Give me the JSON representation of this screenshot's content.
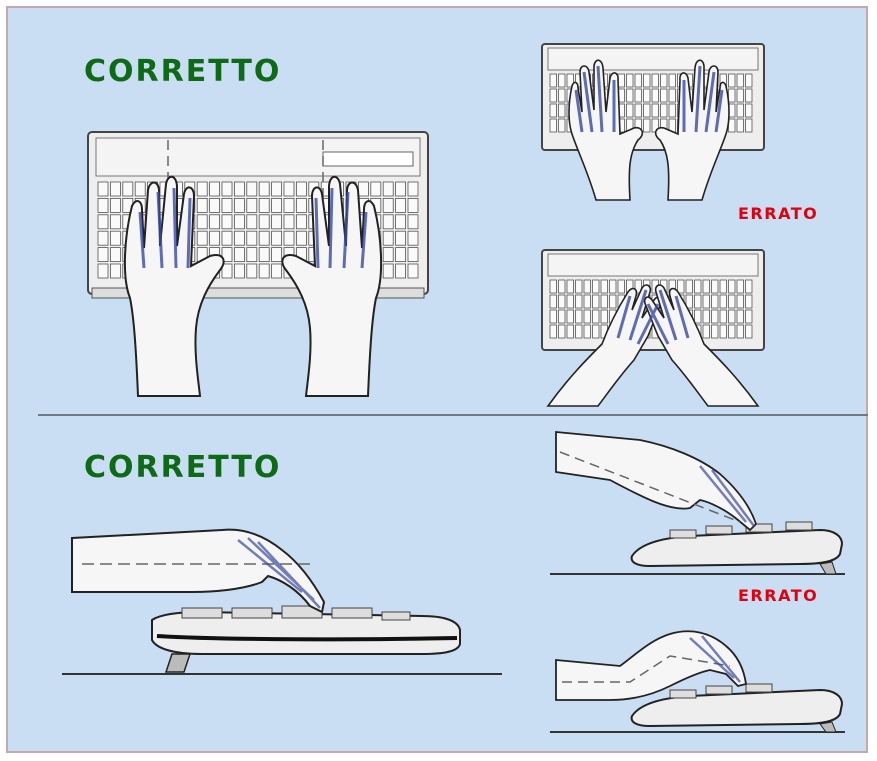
{
  "top_section": {
    "correct_label": "CORRETTO",
    "wrong_label": "ERRATO"
  },
  "bottom_section": {
    "correct_label": "CORRETTO",
    "wrong_label": "ERRATO"
  },
  "colors": {
    "panel_background": "#c9def2",
    "frame_border": "#c7a8a8",
    "correct_text": "#0e6a16",
    "wrong_text": "#e0000e",
    "divider": "#6f7a84",
    "keyboard_fill": "#eeeeee",
    "finger_shading": "#3a4aa0"
  },
  "icons": [
    "keyboard-icon",
    "hand-icon",
    "keyboard-side-view-icon"
  ]
}
